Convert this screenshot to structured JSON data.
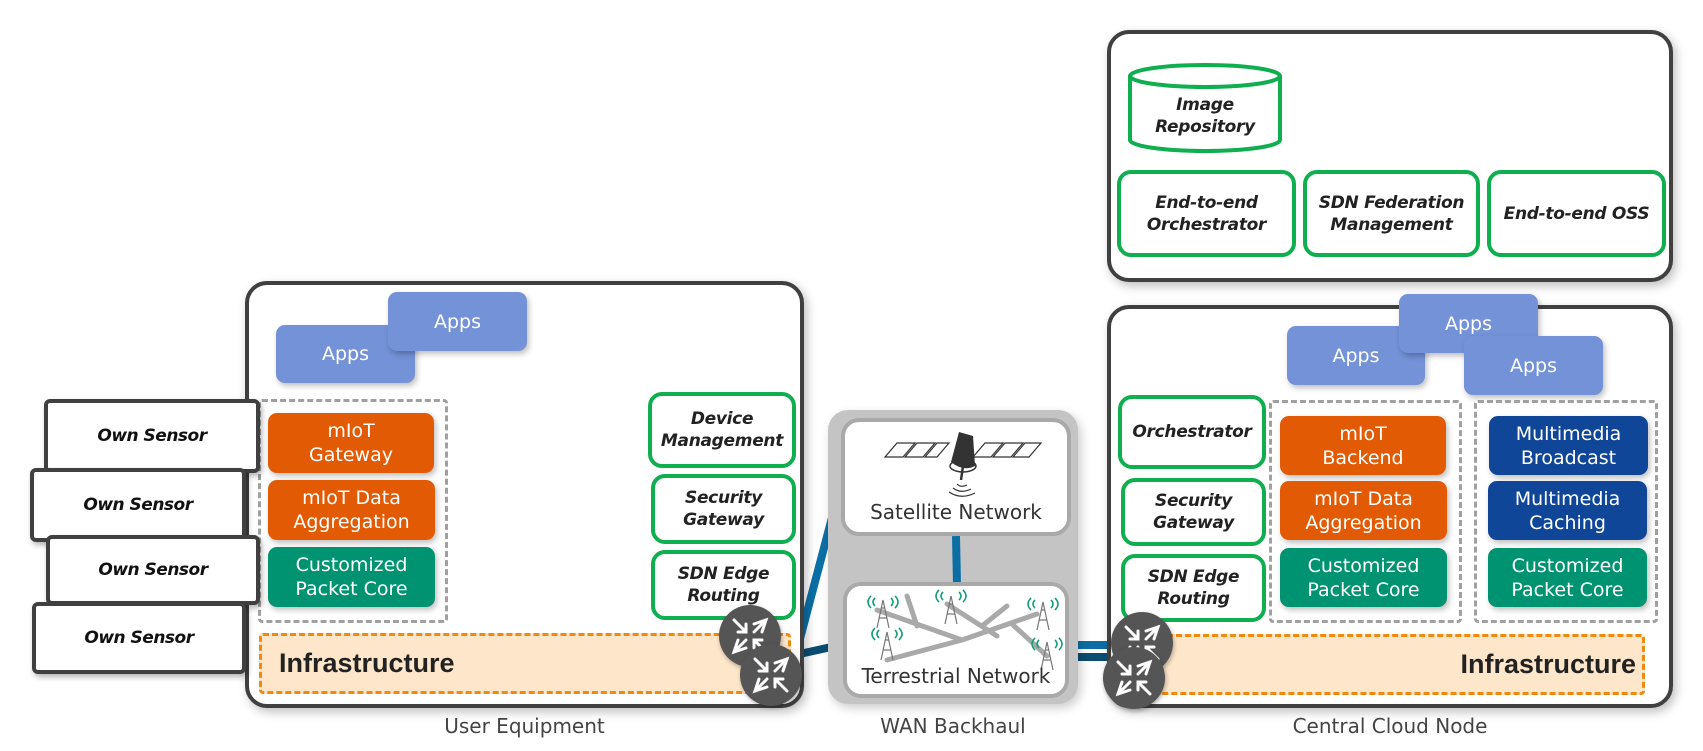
{
  "user_equipment": {
    "caption": "User Equipment",
    "sensors": [
      "Own Sensor",
      "Own Sensor",
      "Own Sensor",
      "Own Sensor"
    ],
    "apps": [
      "Apps",
      "Apps"
    ],
    "vnfs": [
      {
        "label": "mIoT\nGateway",
        "color": "#e35a04"
      },
      {
        "label": "mIoT Data\nAggregation",
        "color": "#e35a04"
      },
      {
        "label": "Customized\nPacket Core",
        "color": "#009371"
      }
    ],
    "functions": [
      "Device\nManagement",
      "Security\nGateway",
      "SDN Edge\nRouting"
    ],
    "infrastructure": "Infrastructure"
  },
  "wan": {
    "caption": "WAN Backhaul",
    "satellite_label": "Satellite Network",
    "terrestrial_label": "Terrestrial Network"
  },
  "central_cloud": {
    "caption": "Central Cloud Node",
    "management": {
      "repository": "Image\nRepository",
      "items": [
        "End-to-end\nOrchestrator",
        "SDN Federation\nManagement",
        "End-to-end OSS"
      ]
    },
    "functions": [
      "Orchestrator",
      "Security\nGateway",
      "SDN Edge\nRouting"
    ],
    "apps": [
      "Apps",
      "Apps",
      "Apps"
    ],
    "miot_vnfs": [
      {
        "label": "mIoT\nBackend",
        "color": "#e35a04"
      },
      {
        "label": "mIoT Data\nAggregation",
        "color": "#e35a04"
      },
      {
        "label": "Customized\nPacket Core",
        "color": "#009371"
      }
    ],
    "media_vnfs": [
      {
        "label": "Multimedia\nBroadcast",
        "color": "#0f4698"
      },
      {
        "label": "Multimedia\nCaching",
        "color": "#0f4698"
      },
      {
        "label": "Customized\nPacket Core",
        "color": "#009371"
      }
    ],
    "infrastructure": "Infrastructure"
  },
  "colors": {
    "function_border": "#0fae4f",
    "apps": "#7392d8",
    "link_light": "#0b6fa5",
    "link_dark": "#0b4d72",
    "infra_fill": "#fde6c9",
    "infra_border": "#ef8a10"
  }
}
